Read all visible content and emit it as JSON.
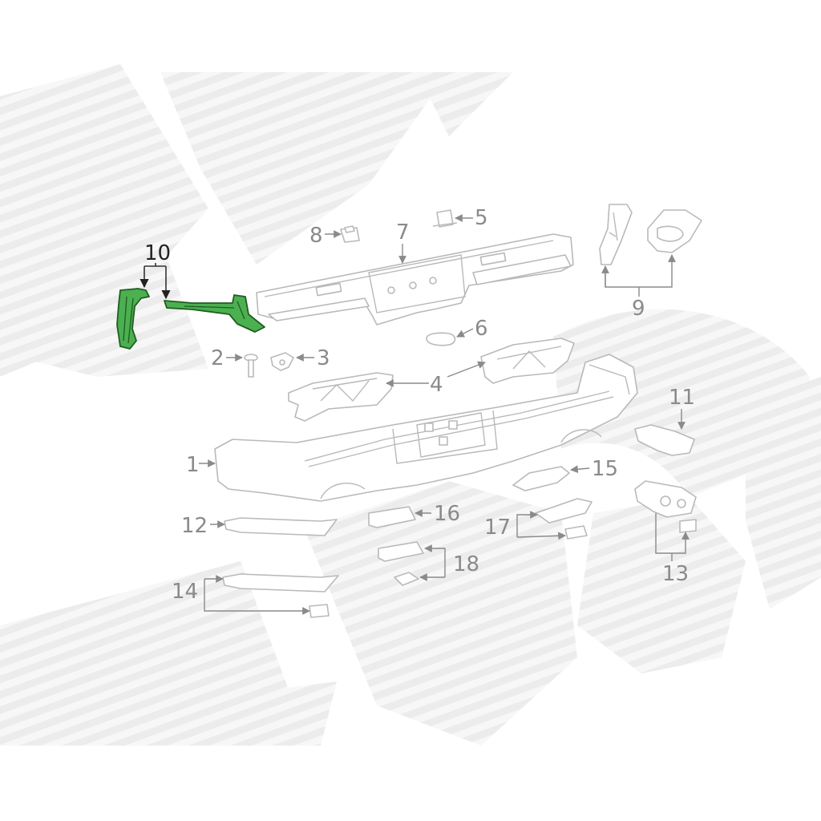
{
  "diagram": {
    "highlight_color": "#4caf50",
    "callouts": [
      {
        "id": "1",
        "label": "1"
      },
      {
        "id": "2",
        "label": "2"
      },
      {
        "id": "3",
        "label": "3"
      },
      {
        "id": "4",
        "label": "4"
      },
      {
        "id": "5",
        "label": "5"
      },
      {
        "id": "6",
        "label": "6"
      },
      {
        "id": "7",
        "label": "7"
      },
      {
        "id": "8",
        "label": "8"
      },
      {
        "id": "9",
        "label": "9"
      },
      {
        "id": "10",
        "label": "10"
      },
      {
        "id": "11",
        "label": "11"
      },
      {
        "id": "12",
        "label": "12"
      },
      {
        "id": "13",
        "label": "13"
      },
      {
        "id": "14",
        "label": "14"
      },
      {
        "id": "15",
        "label": "15"
      },
      {
        "id": "16",
        "label": "16"
      },
      {
        "id": "17",
        "label": "17"
      },
      {
        "id": "18",
        "label": "18"
      }
    ]
  }
}
